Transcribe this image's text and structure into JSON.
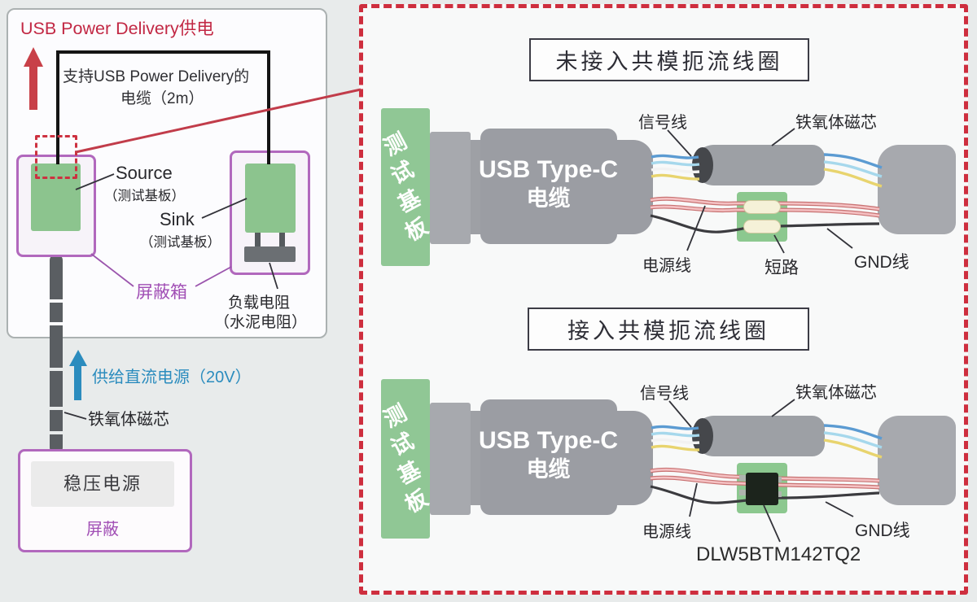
{
  "left_panel": {
    "title": "USB Power Delivery供电",
    "cable_label_line1": "支持USB Power Delivery的",
    "cable_label_line2": "电缆（2m）",
    "source_label": "Source",
    "source_sub": "（测试基板）",
    "sink_label": "Sink",
    "sink_sub": "（测试基板）",
    "shield_box_label": "屏蔽箱",
    "load_label_line1": "负载电阻",
    "load_label_line2": "（水泥电阻）",
    "dc_supply_label": "供给直流电源（20V）",
    "ferrite_label": "铁氧体磁芯",
    "psu_label": "稳压电源",
    "psu_shield_label": "屏蔽"
  },
  "right_panel": {
    "diagram_without_choke": {
      "title": "未接入共模扼流线圈",
      "board_vertical_text": "测试基板",
      "cable_line1": "USB Type-C",
      "cable_line2": "电缆",
      "signal_label": "信号线",
      "ferrite_label": "铁氧体磁芯",
      "power_label": "电源线",
      "short_label": "短路",
      "gnd_label": "GND线"
    },
    "diagram_with_choke": {
      "title": "接入共模扼流线圈",
      "board_vertical_text": "测试基板",
      "cable_line1": "USB Type-C",
      "cable_line2": "电缆",
      "signal_label": "信号线",
      "ferrite_label": "铁氧体磁芯",
      "power_label": "电源线",
      "gnd_label": "GND线",
      "component_label": "DLW5BTM142TQ2"
    }
  },
  "colors": {
    "accent_red": "#c13c4a",
    "dashed_border_red": "#ce2e3e",
    "purple": "#a14fb5",
    "blue_text": "#2b8cbe",
    "board_green": "#8cc48e",
    "pad_green": "#8cc88f",
    "connector_gray": "#9b9da3",
    "signal_wire_blue": "#5b9bd2",
    "signal_wire_cyan": "#a6d8ec",
    "signal_wire_white": "#f2f2f2",
    "signal_wire_yellow": "#e8d46e",
    "power_wire_pink": "#f4c0c2",
    "power_wire_red": "#c87272",
    "gnd_wire_black": "#3b3b3f"
  }
}
